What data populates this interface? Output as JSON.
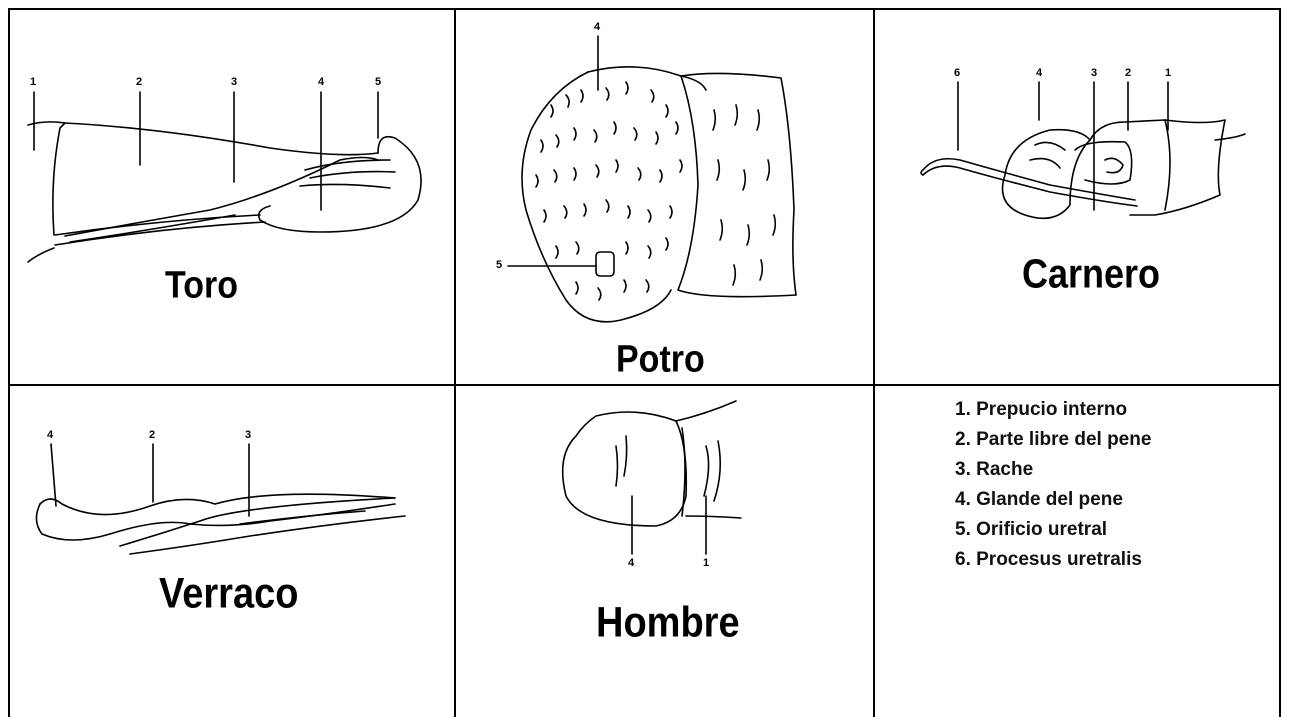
{
  "panels": {
    "toro": {
      "title": "Toro",
      "labels": [
        "1",
        "2",
        "3",
        "4",
        "5"
      ]
    },
    "potro": {
      "title": "Potro",
      "labels": [
        "4",
        "5"
      ]
    },
    "carnero": {
      "title": "Carnero",
      "labels": [
        "6",
        "4",
        "3",
        "2",
        "1"
      ]
    },
    "verraco": {
      "title": "Verraco",
      "labels": [
        "4",
        "2",
        "3"
      ]
    },
    "hombre": {
      "title": "Hombre",
      "labels": [
        "4",
        "1"
      ]
    }
  },
  "legend": {
    "items": [
      "1. Prepucio interno",
      "2. Parte libre del pene",
      "3. Rache",
      "4. Glande del pene",
      "5. Orificio uretral",
      "6. Procesus uretralis"
    ]
  }
}
